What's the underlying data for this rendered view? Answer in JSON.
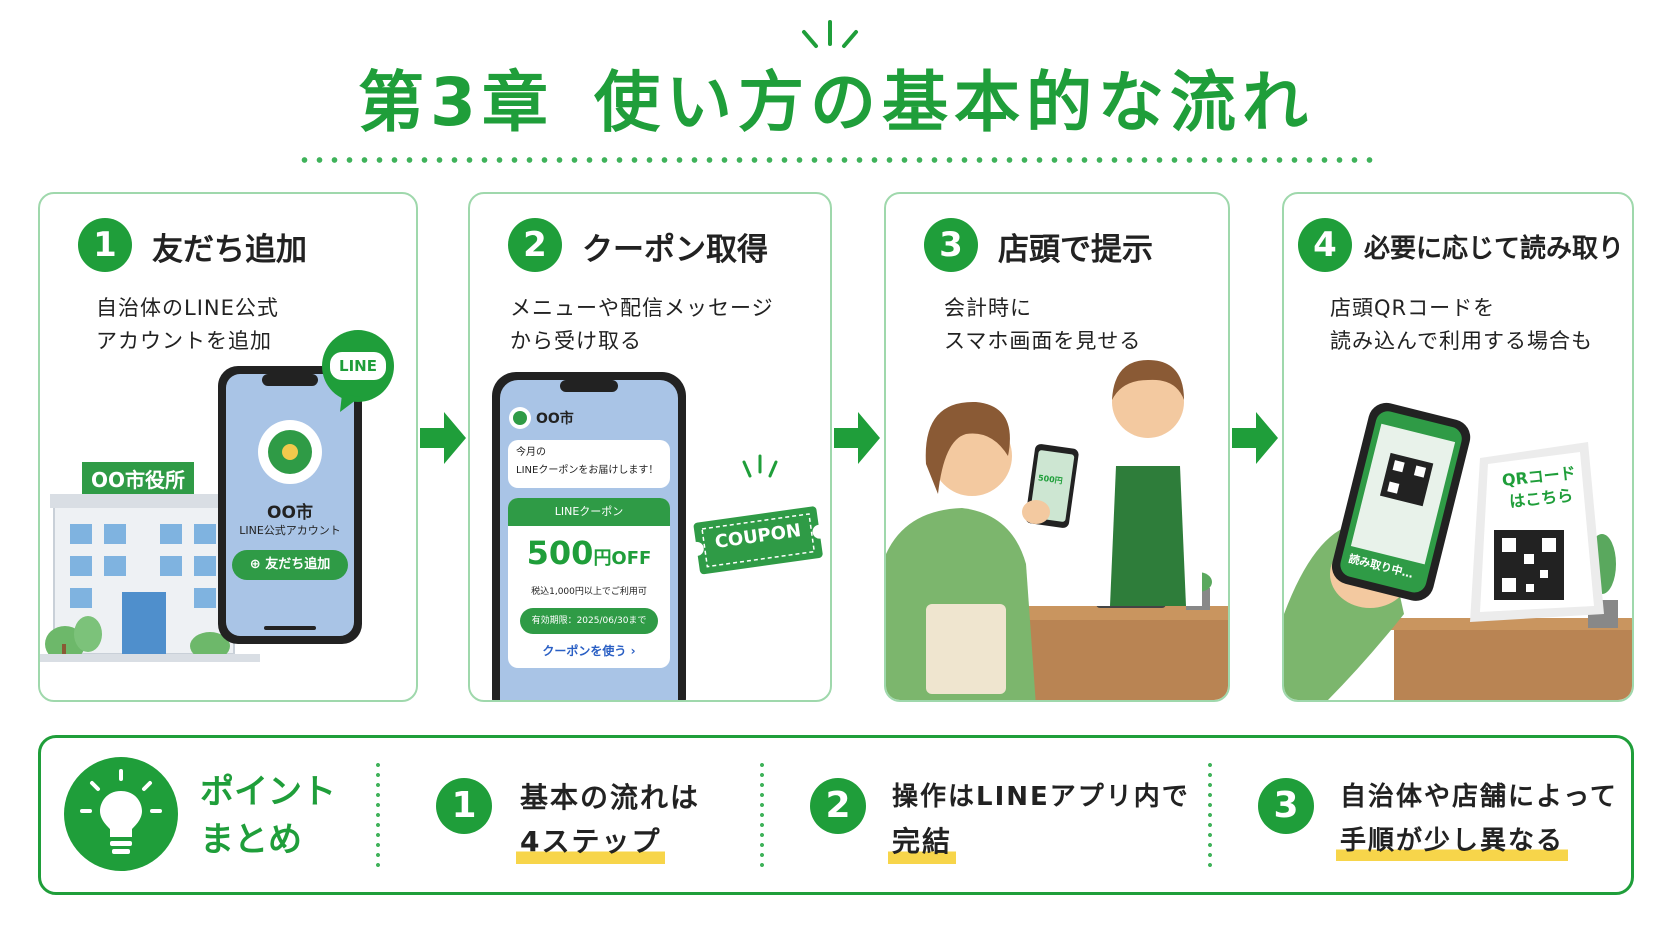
{
  "title": {
    "chapter": "第3章",
    "main": "使い方の基本的な流れ"
  },
  "steps": [
    {
      "number": "1",
      "title": "友だち追加",
      "desc": [
        "自治体のLINE公式",
        "アカウントを追加"
      ],
      "illustration": {
        "building_sign": "OO市役所",
        "line_badge": "LINE",
        "account_name": "OO市",
        "account_sub": "LINE公式アカウント",
        "add_button": "友だち追加"
      }
    },
    {
      "number": "2",
      "title": "クーポン取得",
      "desc": [
        "メニューや配信メッセージ",
        "から受け取る"
      ],
      "illustration": {
        "app_name": "OO市",
        "message_line1": "今月の",
        "message_line2": "LINEクーポンをお届けします！",
        "coupon_header": "LINEクーポン",
        "coupon_amount": "500",
        "coupon_unit": "円OFF",
        "coupon_condition": "税込1,000円以上でご利用可",
        "coupon_expiry": "有効期限：2025/06/30まで",
        "coupon_use": "クーポンを使う",
        "ticket": "COUPON"
      }
    },
    {
      "number": "3",
      "title": "店頭で提示",
      "desc": [
        "会計時に",
        "スマホ画面を見せる"
      ],
      "illustration": {
        "mini_amount": "500円"
      }
    },
    {
      "number": "4",
      "title": "必要に応じて読み取り",
      "desc": [
        "店頭QRコードを",
        "読み込んで利用する場合も"
      ],
      "illustration": {
        "scanning": "読み取り中…",
        "stand_line1": "QRコード",
        "stand_line2": "はこちら"
      }
    }
  ],
  "summary": {
    "title_line1": "ポイント",
    "title_line2": "まとめ",
    "points": [
      {
        "number": "1",
        "line1": "基本の流れは",
        "line2": "4ステップ"
      },
      {
        "number": "2",
        "line1": "操作はLINEアプリ内で",
        "line2": "完結"
      },
      {
        "number": "3",
        "line1": "自治体や店舗によって",
        "line2": "手順が少し異なる"
      }
    ]
  },
  "colors": {
    "brand_green": "#1f9e3a",
    "light_green_border": "#9fd8ac",
    "highlight_yellow": "#f7d54a",
    "phone_screen_blue": "#a9c4e6"
  }
}
